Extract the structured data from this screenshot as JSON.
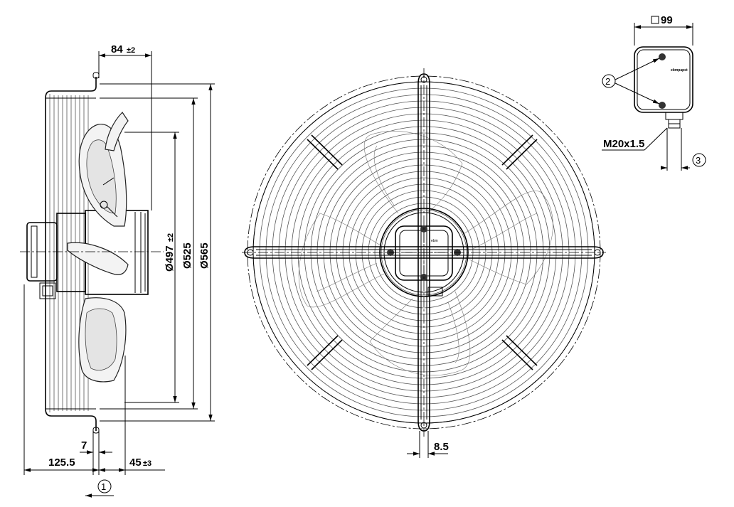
{
  "dimensions": {
    "offset": "84",
    "offset_tol": "±2",
    "dia_blade": "Ø497",
    "dia_blade_tol": "±2",
    "dia_mid": "Ø525",
    "dia_outer": "Ø565",
    "depth_guard": "125.5",
    "flange": "7",
    "rear": "45",
    "rear_tol": "±3",
    "strut_width": "8.5",
    "box_size": "99",
    "gland_thread": "M20x1.5"
  },
  "callouts": {
    "c1": "1",
    "c2": "2",
    "c3": "3"
  },
  "box_logo": "ebmpapst"
}
